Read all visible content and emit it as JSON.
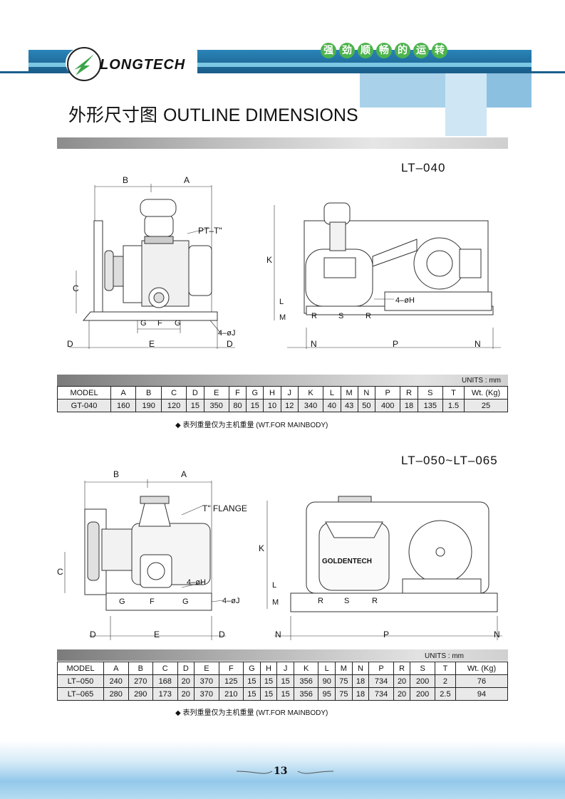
{
  "header": {
    "logo_text": "LONGTECH",
    "slogan_chars": [
      "强",
      "劲",
      "顺",
      "畅",
      "的",
      "运",
      "转"
    ]
  },
  "page": {
    "title_cn": "外形尺寸图",
    "title_en": "OUTLINE  DIMENSIONS",
    "page_number": "13"
  },
  "section1": {
    "model_label": "LT–040",
    "drawing_labels": {
      "A": "A",
      "B": "B",
      "C": "C",
      "D": "D",
      "E": "E",
      "F": "F",
      "G": "G",
      "K": "K",
      "L": "L",
      "M": "M",
      "N": "N",
      "P": "P",
      "R": "R",
      "S": "S",
      "pt": "PT–T\"",
      "holeH": "4–øH",
      "holeJ": "4–øJ"
    },
    "units": "UNITS : mm",
    "columns": [
      "MODEL",
      "A",
      "B",
      "C",
      "D",
      "E",
      "F",
      "G",
      "H",
      "J",
      "K",
      "L",
      "M",
      "N",
      "P",
      "R",
      "S",
      "T",
      "Wt. (Kg)"
    ],
    "rows": [
      [
        "GT-040",
        "160",
        "190",
        "120",
        "15",
        "350",
        "80",
        "15",
        "10",
        "12",
        "340",
        "40",
        "43",
        "50",
        "400",
        "18",
        "135",
        "1.5",
        "25"
      ]
    ],
    "note": "◆ 表列重量仅为主机重量  (WT.FOR MAINBODY)"
  },
  "section2": {
    "model_label": "LT–050~LT–065",
    "drawing_labels": {
      "A": "A",
      "B": "B",
      "C": "C",
      "D": "D",
      "E": "E",
      "F": "F",
      "G": "G",
      "K": "K",
      "L": "L",
      "M": "M",
      "N": "N",
      "P": "P",
      "R": "R",
      "S": "S",
      "flange": "T\"  FLANGE",
      "holeH": "4–øH",
      "holeJ": "4–øJ",
      "brand": "GOLDENTECH"
    },
    "units": "UNITS : mm",
    "columns": [
      "MODEL",
      "A",
      "B",
      "C",
      "D",
      "E",
      "F",
      "G",
      "H",
      "J",
      "K",
      "L",
      "M",
      "N",
      "P",
      "R",
      "S",
      "T",
      "Wt. (Kg)"
    ],
    "rows": [
      [
        "LT–050",
        "240",
        "270",
        "168",
        "20",
        "370",
        "125",
        "15",
        "15",
        "15",
        "356",
        "90",
        "75",
        "18",
        "734",
        "20",
        "200",
        "2",
        "76"
      ],
      [
        "LT–065",
        "280",
        "290",
        "173",
        "20",
        "370",
        "210",
        "15",
        "15",
        "15",
        "356",
        "95",
        "75",
        "18",
        "734",
        "20",
        "200",
        "2.5",
        "94"
      ]
    ],
    "note": "◆ 表列重量仅为主机重量  (WT.FOR MAINBODY)"
  },
  "colors": {
    "header_blue": "#1b5f8c",
    "accent_light_blue": "#a9d2ea",
    "slogan_green": "#4db34d"
  }
}
